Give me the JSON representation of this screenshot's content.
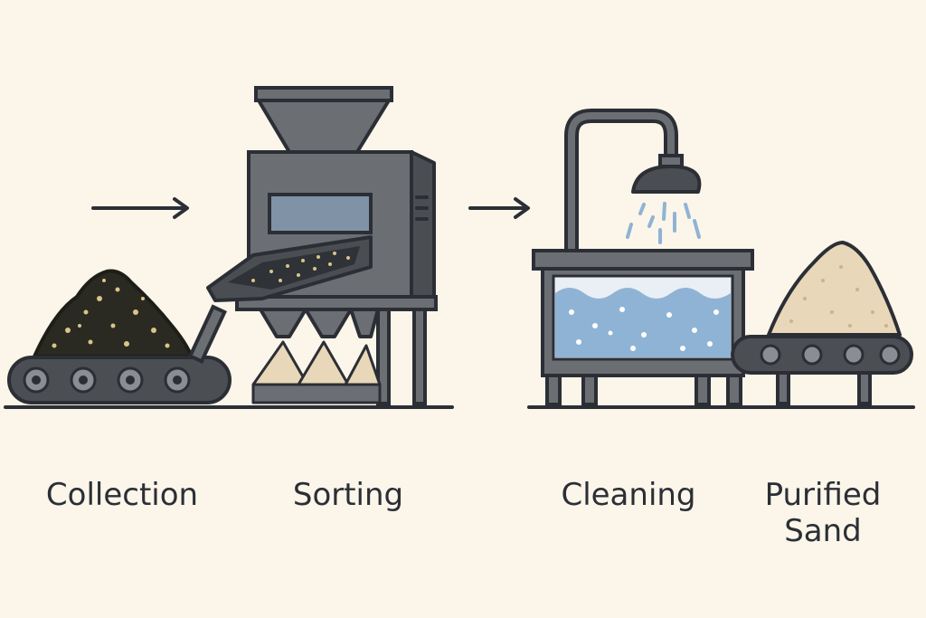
{
  "stages": [
    {
      "id": "collection",
      "label": "Collection"
    },
    {
      "id": "sorting",
      "label": "Sorting"
    },
    {
      "id": "cleaning",
      "label": "Cleaning"
    },
    {
      "id": "purified",
      "label_line1": "Purified",
      "label_line2": "Sand"
    }
  ],
  "colors": {
    "background": "#fbf5ea",
    "outline": "#2b2f35",
    "machine": "#6b6e73",
    "machine_dark": "#4a4d52",
    "screen": "#7f92a6",
    "water": "#8fb3d4",
    "dirt": "#2a2a22",
    "sand": "#e8d7b8",
    "conveyor": "#4b4e53"
  },
  "icons": [
    "arrow-right-icon",
    "dirt-pile-icon",
    "conveyor-icon",
    "sorting-machine-icon",
    "hopper-icon",
    "shower-head-icon",
    "water-tank-icon",
    "sand-pile-icon"
  ]
}
